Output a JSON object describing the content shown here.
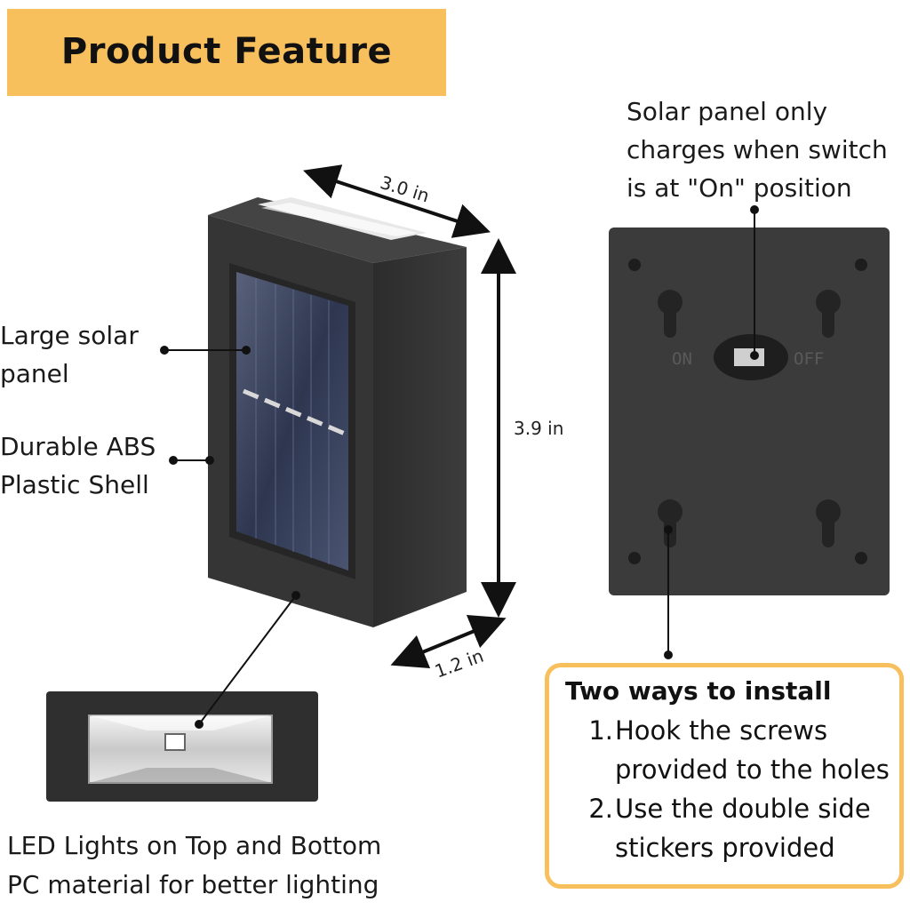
{
  "title": "Product Feature",
  "dimensions": {
    "width": "3.0 in",
    "height": "3.9 in",
    "depth": "1.2 in"
  },
  "callouts": {
    "solar_panel": "Large solar panel",
    "shell": "Durable ABS Plastic Shell",
    "switch_note": "Solar panel only charges when switch is at \"On\" position"
  },
  "switch": {
    "on_label": "ON",
    "off_label": "OFF"
  },
  "led_caption": {
    "line1": "LED Lights on Top and Bottom",
    "line2": "PC material for better lighting"
  },
  "install": {
    "title": "Two ways to  install",
    "steps": [
      {
        "num": "1.",
        "text": "Hook the screws provided to the holes"
      },
      {
        "num": "2.",
        "text": "Use the double side stickers provided"
      }
    ]
  },
  "colors": {
    "accent": "#f8bf5d",
    "device_body": "#3a3a3a",
    "device_dark": "#2a2a2a",
    "solar_cell": "#3d4660"
  }
}
